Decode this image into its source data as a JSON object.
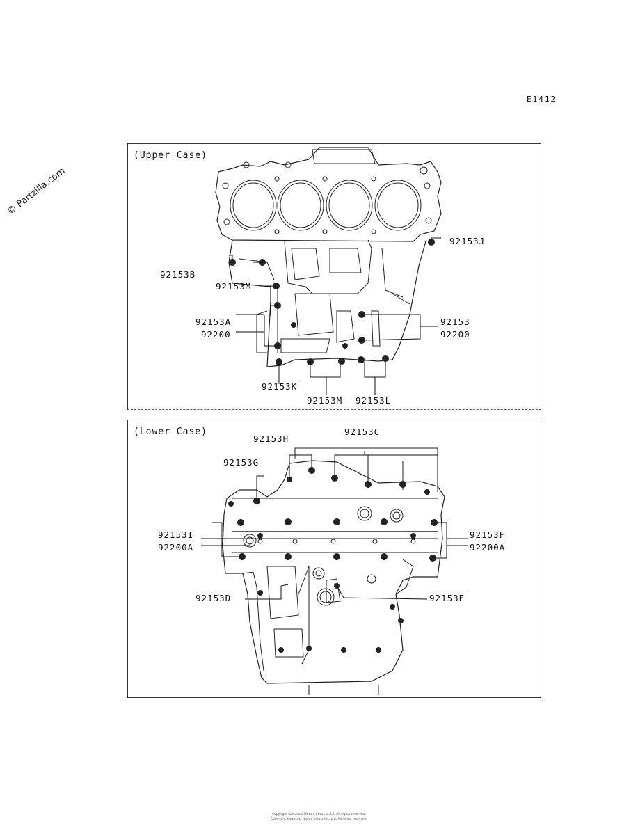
{
  "page_code": "E1412",
  "watermark": "© Partzilla.com",
  "upper_case": {
    "title": "(Upper Case)",
    "callouts": {
      "j": "92153J",
      "b": "92153B",
      "m_top": "92153M",
      "a": "92153A",
      "s200_left": "92200",
      "plain": "92153",
      "s200_right": "92200",
      "k": "92153K",
      "m_bottom": "92153M",
      "l": "92153L"
    }
  },
  "lower_case": {
    "title": "(Lower Case)",
    "callouts": {
      "h": "92153H",
      "c": "92153C",
      "g": "92153G",
      "i": "92153I",
      "a200_left": "92200A",
      "f": "92153F",
      "a200_right": "92200A",
      "d": "92153D",
      "e": "92153E"
    }
  },
  "footer": {
    "line1": "Copyright Kawasaki Motors Corp., U.S.A. All rights reserved.",
    "line2": "Copyright Kawasaki Heavy Industries, Ltd. All rights reserved."
  }
}
